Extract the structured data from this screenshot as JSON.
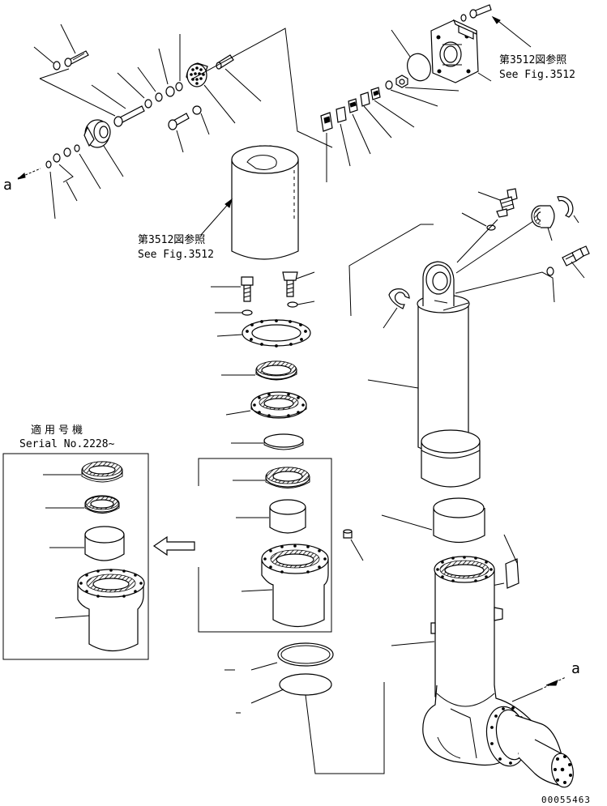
{
  "ref_top_jp": "第3512図参照",
  "ref_top_en": "See Fig.3512",
  "ref_mid_jp": "第3512図参照",
  "ref_mid_en": "See Fig.3512",
  "serial_jp": "適用号機",
  "serial_en": "Serial No.2228~",
  "marker_left": "a",
  "marker_right": "a",
  "drawing_number": "00055463"
}
